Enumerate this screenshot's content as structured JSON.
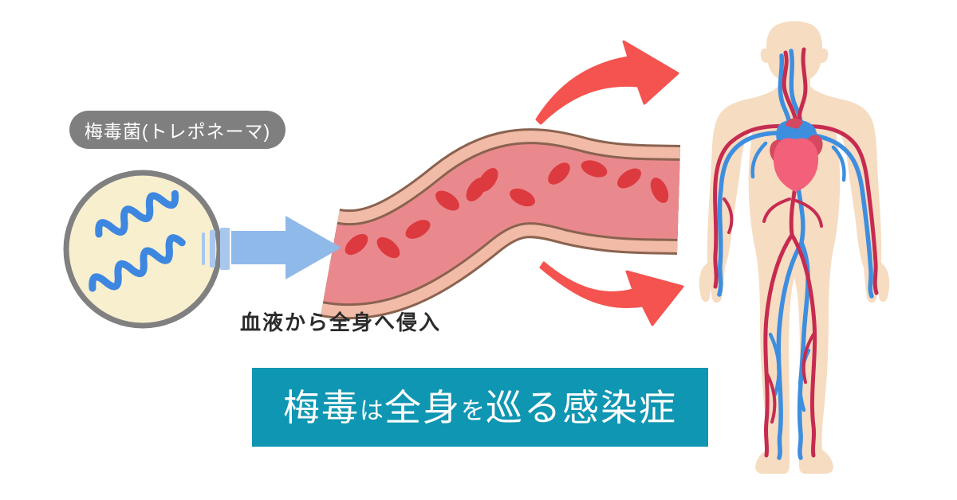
{
  "labels": {
    "bacteria": "梅毒菌(トレポネーマ)",
    "caption": "血液から全身へ侵入"
  },
  "banner": {
    "text": "梅毒は全身を巡る感染症",
    "segments": [
      {
        "text": "梅毒",
        "cls": "seg-large"
      },
      {
        "text": "は",
        "cls": "seg-small"
      },
      {
        "text": "全身",
        "cls": "seg-large"
      },
      {
        "text": "を",
        "cls": "seg-small"
      },
      {
        "text": "巡る",
        "cls": "seg-large"
      },
      {
        "text": "感染症",
        "cls": "seg-large"
      }
    ]
  },
  "icons": {
    "spirochete": "two wavy spiral treponema bacteria",
    "magnifier_circle": "cream circle with gray border",
    "speed_lines": "blue motion bars",
    "entry_arrow": "blue right-pointing arrow",
    "blood_vessel": "artery tube with red blood cells",
    "spread_arrow_top": "red curved arrow to upper right",
    "spread_arrow_bottom": "red curved arrow to upper right",
    "human_body": "human figure with circulatory system",
    "heart": "heart organ"
  },
  "colors": {
    "background": "#FFFFFF",
    "pill": "#7F7F7F",
    "pill_text": "#FFFFFF",
    "circle_fill": "#F8EFCE",
    "circle_border": "#808080",
    "spirochete": "#3E87E0",
    "arrow_blue": "#8FB9E9",
    "speed_bar": "#A9C7ED",
    "vessel_wall": "#F1BBA7",
    "vessel_line": "#8A6350",
    "vessel_lumen": "#E9898D",
    "blood_cell": "#DC3A3F",
    "spread_arrow": "#F4534F",
    "skin": "#F6DCC1",
    "artery": "#C62B50",
    "vein": "#3E8EE0",
    "heart_main": "#F2607A",
    "heart_dark": "#D5485F",
    "banner": "#0E96B2",
    "banner_text": "#FFFFFF",
    "caption_text": "#2B2B2B"
  }
}
